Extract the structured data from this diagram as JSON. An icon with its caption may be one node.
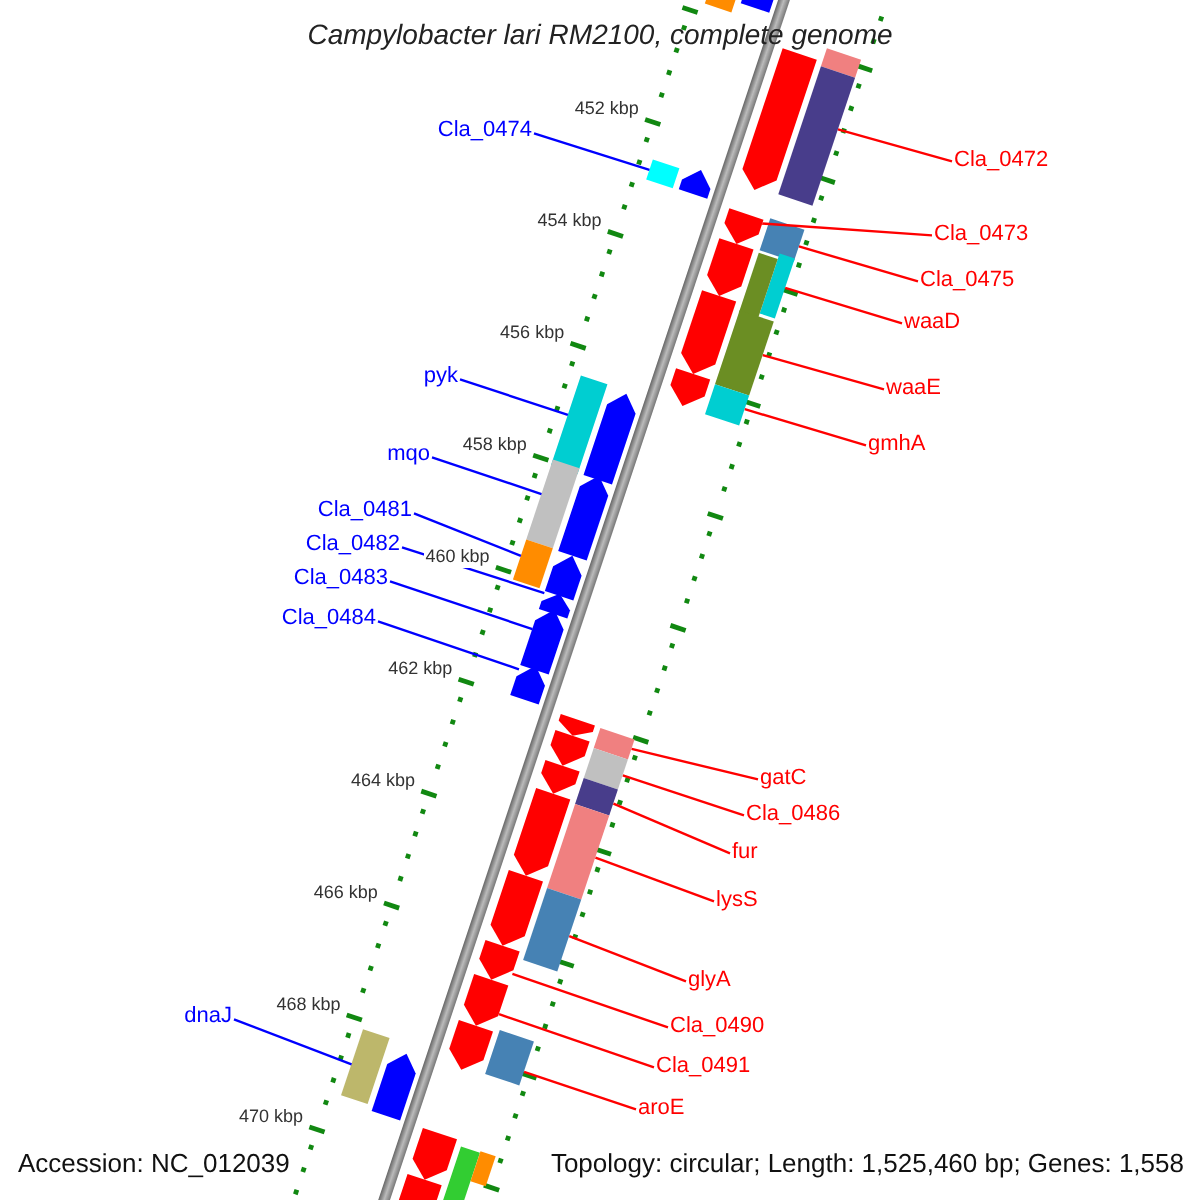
{
  "diagram": {
    "title": "Campylobacter lari RM2100, complete genome",
    "nodes": [
      {
        "text": [
          "Cla_0474"
        ]
      },
      {
        "text": [
          "Cla_0472"
        ]
      },
      {
        "text": [
          "Cla_0473"
        ]
      },
      {
        "text": [
          "Cla_0475"
        ]
      },
      {
        "text": [
          "waaD"
        ]
      },
      {
        "text": [
          "pyk"
        ]
      },
      {
        "text": [
          "waaE"
        ]
      },
      {
        "text": [
          "gmhA"
        ]
      },
      {
        "text": [
          "mqo"
        ]
      },
      {
        "text": [
          "Cla_0481"
        ]
      },
      {
        "text": [
          "Cla_0482"
        ]
      },
      {
        "text": [
          "Cla_0483"
        ]
      },
      {
        "text": [
          "Cla_0484"
        ]
      },
      {
        "text": [
          "gatC"
        ]
      },
      {
        "text": [
          "Cla_0486"
        ]
      },
      {
        "text": [
          "fur"
        ]
      },
      {
        "text": [
          "lysS"
        ]
      },
      {
        "text": [
          "glyA"
        ]
      },
      {
        "text": [
          "dnaJ"
        ]
      },
      {
        "text": [
          "Cla_0490"
        ]
      },
      {
        "text": [
          "Cla_0491"
        ]
      },
      {
        "text": [
          "aroE"
        ]
      },
      {
        "text": [],
        "shape": "bar"
      },
      {
        "text": [],
        "shape": "bar"
      },
      {
        "text": [],
        "shape": "arrow"
      },
      {
        "text": [],
        "shape": "bar"
      },
      {
        "text": [],
        "shape": "bar"
      },
      {
        "text": [],
        "shape": "bar"
      },
      {
        "text": [],
        "shape": "bar"
      },
      {
        "text": [],
        "shape": "bar"
      },
      {
        "text": [],
        "shape": "bar"
      },
      {
        "text": [],
        "shape": "bar"
      },
      {
        "text": [],
        "shape": "arrow"
      },
      {
        "text": [],
        "shape": "arrow"
      },
      {
        "text": [],
        "shape": "arrow"
      },
      {
        "text": [],
        "shape": "bar"
      },
      {
        "text": [],
        "shape": "bar"
      },
      {
        "text": [],
        "shape": "bar"
      },
      {
        "text": [],
        "shape": "bar"
      },
      {
        "text": [],
        "shape": "bar"
      },
      {
        "text": [],
        "shape": "bar"
      },
      {
        "text": [],
        "shape": "arrow"
      },
      {
        "text": [],
        "shape": "arrow"
      },
      {
        "text": [],
        "shape": "bar"
      },
      {
        "text": [],
        "shape": "arrow"
      },
      {
        "text": [],
        "shape": "arrow"
      },
      {
        "text": [],
        "shape": "arrow"
      },
      {
        "text": [],
        "shape": "arrow"
      },
      {
        "text": [],
        "shape": "arrow"
      },
      {
        "text": [],
        "shape": "arrow"
      },
      {
        "text": [],
        "shape": "arrow"
      },
      {
        "text": [],
        "shape": "arrow"
      },
      {
        "text": [],
        "shape": "arrow"
      },
      {
        "text": [],
        "shape": "arrow"
      },
      {
        "text": [],
        "shape": "arrow"
      },
      {
        "text": [],
        "shape": "arrow"
      },
      {
        "text": [],
        "shape": "bar"
      },
      {
        "text": [],
        "shape": "bar"
      },
      {
        "text": [],
        "shape": "bar"
      },
      {
        "text": [],
        "shape": "bar"
      },
      {
        "text": [],
        "shape": "arrow"
      },
      {
        "text": [],
        "shape": "arrow"
      },
      {
        "text": [],
        "shape": "arrow"
      },
      {
        "text": [],
        "shape": "arrow"
      },
      {
        "text": [],
        "shape": "arrow"
      },
      {
        "text": [],
        "shape": "arrow"
      },
      {
        "text": [],
        "shape": "bar"
      }
    ],
    "edges": [
      {
        "from": 0,
        "to": 22,
        "arrow": "none",
        "color": "#0000ff"
      },
      {
        "from": 1,
        "to": 23,
        "arrow": "none"
      },
      {
        "from": 2,
        "to": 24,
        "arrow": "none"
      },
      {
        "from": 3,
        "to": 25,
        "arrow": "none"
      },
      {
        "from": 4,
        "to": 26,
        "arrow": "none"
      },
      {
        "from": 5,
        "to": 27,
        "arrow": "none",
        "color": "#0000ff"
      },
      {
        "from": 6,
        "to": 28,
        "arrow": "none"
      },
      {
        "from": 7,
        "to": 29,
        "arrow": "none"
      },
      {
        "from": 8,
        "to": 30,
        "arrow": "none",
        "color": "#0000ff"
      },
      {
        "from": 9,
        "to": 31,
        "arrow": "none",
        "color": "#0000ff"
      },
      {
        "from": 10,
        "to": 32,
        "arrow": "none",
        "color": "#0000ff"
      },
      {
        "from": 11,
        "to": 33,
        "arrow": "none",
        "color": "#0000ff"
      },
      {
        "from": 12,
        "to": 34,
        "arrow": "none",
        "color": "#0000ff"
      },
      {
        "from": 13,
        "to": 35,
        "arrow": "none"
      },
      {
        "from": 14,
        "to": 36,
        "arrow": "none"
      },
      {
        "from": 15,
        "to": 37,
        "arrow": "none"
      },
      {
        "from": 16,
        "to": 38,
        "arrow": "none"
      },
      {
        "from": 17,
        "to": 39,
        "arrow": "none"
      },
      {
        "from": 18,
        "to": 40,
        "arrow": "none",
        "color": "#0000ff"
      },
      {
        "from": 19,
        "to": 41,
        "arrow": "none"
      },
      {
        "from": 20,
        "to": 42,
        "arrow": "none"
      },
      {
        "from": 21,
        "to": 43,
        "arrow": "none"
      }
    ],
    "labels": [
      "452 kbp",
      "454 kbp",
      "456 kbp",
      "458 kbp",
      "460 kbp",
      "462 kbp",
      "464 kbp",
      "466 kbp",
      "468 kbp",
      "470 kbp",
      "Accession: NC_012039",
      "Topology: circular; Length: 1,525,460 bp; Genes: 1,558"
    ]
  }
}
